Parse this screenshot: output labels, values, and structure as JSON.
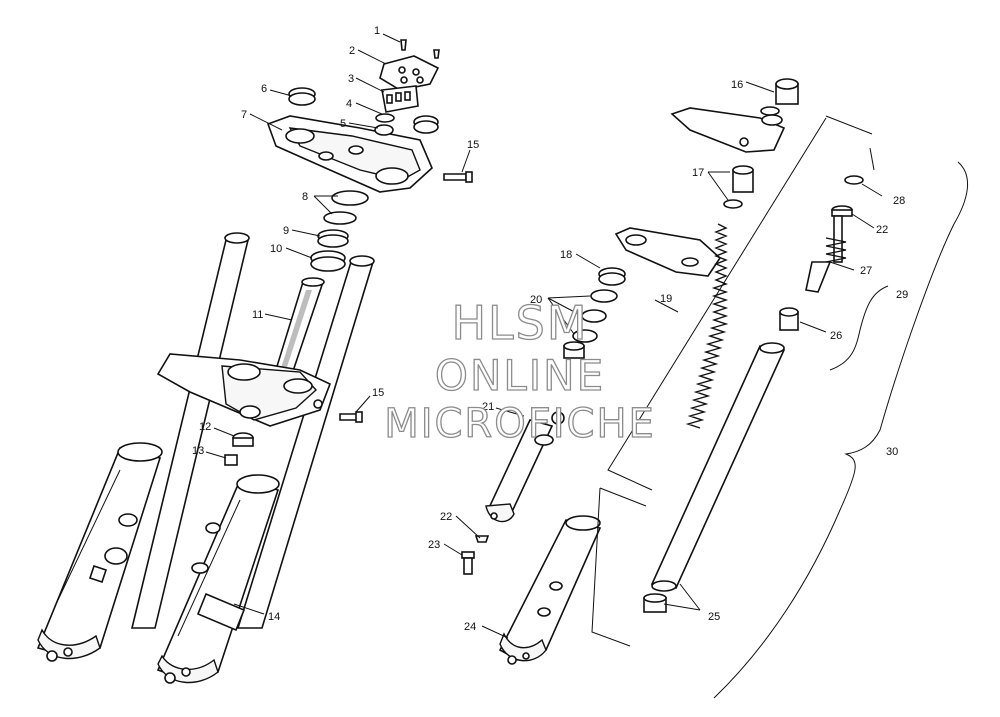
{
  "watermark": {
    "line1": "HLSM",
    "line2": "ONLINE",
    "line3": "MICROFICHE"
  },
  "callouts": {
    "c1": "1",
    "c2": "2",
    "c3": "3",
    "c4": "4",
    "c5": "5",
    "c6": "6",
    "c7": "7",
    "c8": "8",
    "c9": "9",
    "c10": "10",
    "c11": "11",
    "c12": "12",
    "c13": "13",
    "c14": "14",
    "c15a": "15",
    "c15b": "15",
    "c16": "16",
    "c17": "17",
    "c18": "18",
    "c19": "19",
    "c20": "20",
    "c21": "21",
    "c22a": "22",
    "c22b": "22",
    "c23": "23",
    "c24": "24",
    "c25": "25",
    "c26": "26",
    "c27": "27",
    "c28": "28",
    "c29": "29",
    "c30": "30"
  }
}
